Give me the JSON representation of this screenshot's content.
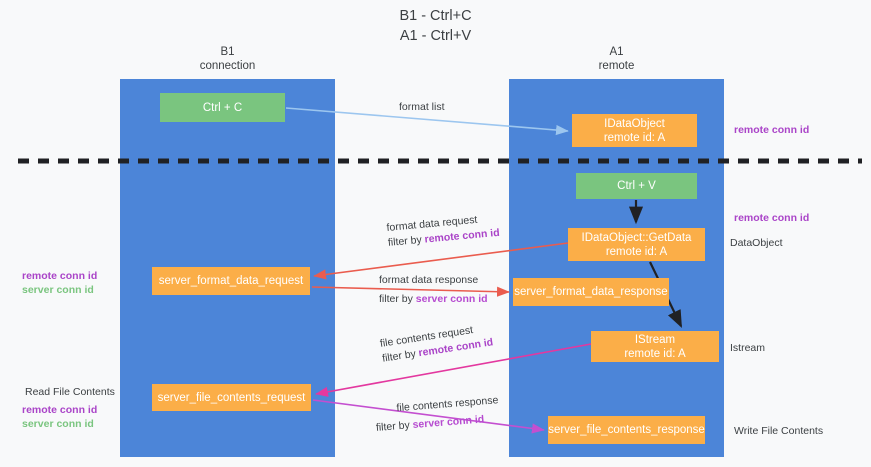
{
  "title": {
    "line1": "B1 - Ctrl+C",
    "line2": "A1 - Ctrl+V"
  },
  "lanes": [
    {
      "id": "b1",
      "name": "B1",
      "role": "connection"
    },
    {
      "id": "a1",
      "name": "A1",
      "role": "remote"
    }
  ],
  "nodes": {
    "ctrl_c": {
      "line1": "Ctrl + C",
      "line2": ""
    },
    "idataobject_top": {
      "line1": "IDataObject",
      "line2": "remote id: A"
    },
    "ctrl_v": {
      "line1": "Ctrl + V",
      "line2": ""
    },
    "getdata": {
      "line1": "IDataObject::GetData",
      "line2": "remote id: A"
    },
    "server_format_data_request": {
      "line1": "server_format_data_request",
      "line2": ""
    },
    "server_format_data_response": {
      "line1": "server_format_data_response",
      "line2": ""
    },
    "istream": {
      "line1": "IStream",
      "line2": "remote id: A"
    },
    "server_file_contents_request": {
      "line1": "server_file_contents_request",
      "line2": ""
    },
    "server_file_contents_response": {
      "line1": "server_file_contents_response",
      "line2": ""
    }
  },
  "edges": {
    "format_list": "format list",
    "format_data_request": "format data request",
    "format_data_request_filter_prefix": "filter by ",
    "format_data_request_filter_key": "remote conn id",
    "format_data_response": "format data response",
    "format_data_response_filter_prefix": "filter by ",
    "format_data_response_filter_key": "server conn id",
    "file_contents_request": "file contents request",
    "file_contents_request_filter_prefix": "filter by ",
    "file_contents_request_filter_key": "remote conn id",
    "file_contents_response": "file contents response",
    "file_contents_response_filter_prefix": "filter by ",
    "file_contents_response_filter_key": "server conn id"
  },
  "annotations": {
    "right_remote_conn_id_top": "remote conn id",
    "right_remote_conn_id_mid": "remote conn id",
    "right_dataobject": "DataObject",
    "right_istream": "Istream",
    "right_write_file_contents": "Write File Contents",
    "left_remote_conn_id_mid": "remote conn id",
    "left_server_conn_id_mid": "server conn id",
    "left_read_file_contents": "Read File Contents",
    "left_remote_conn_id_bottom": "remote conn id",
    "left_server_conn_id_bottom": "server conn id"
  },
  "colors": {
    "lane": "#4c85d8",
    "green_node": "#7ac57f",
    "orange_node": "#fbae48",
    "purple_key": "#aa44c8",
    "green_key": "#7ac57f",
    "red_arrow": "#ea5c4e",
    "magenta_arrow": "#e3389f",
    "blue_arrow": "#9cc6ef",
    "black_arrow": "#202124",
    "divider": "#202124"
  }
}
